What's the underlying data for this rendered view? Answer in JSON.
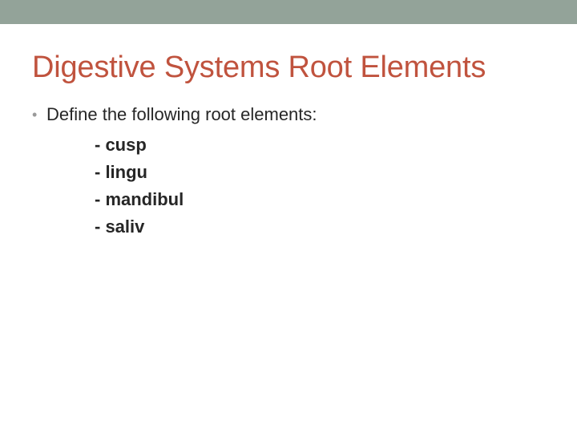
{
  "slide": {
    "title": "Digestive Systems Root Elements",
    "accent_color": "#c0533e",
    "band_color": "#93a399",
    "background_color": "#ffffff",
    "body_text_color": "#262626",
    "bullet_marker_color": "#9a9a9a"
  },
  "body": {
    "bullets": [
      {
        "marker": "•",
        "text": "Define the following root elements:"
      }
    ],
    "sub_items": [
      {
        "text": "- cusp"
      },
      {
        "text": "- lingu"
      },
      {
        "text": "- mandibul"
      },
      {
        "text": "- saliv"
      }
    ]
  }
}
